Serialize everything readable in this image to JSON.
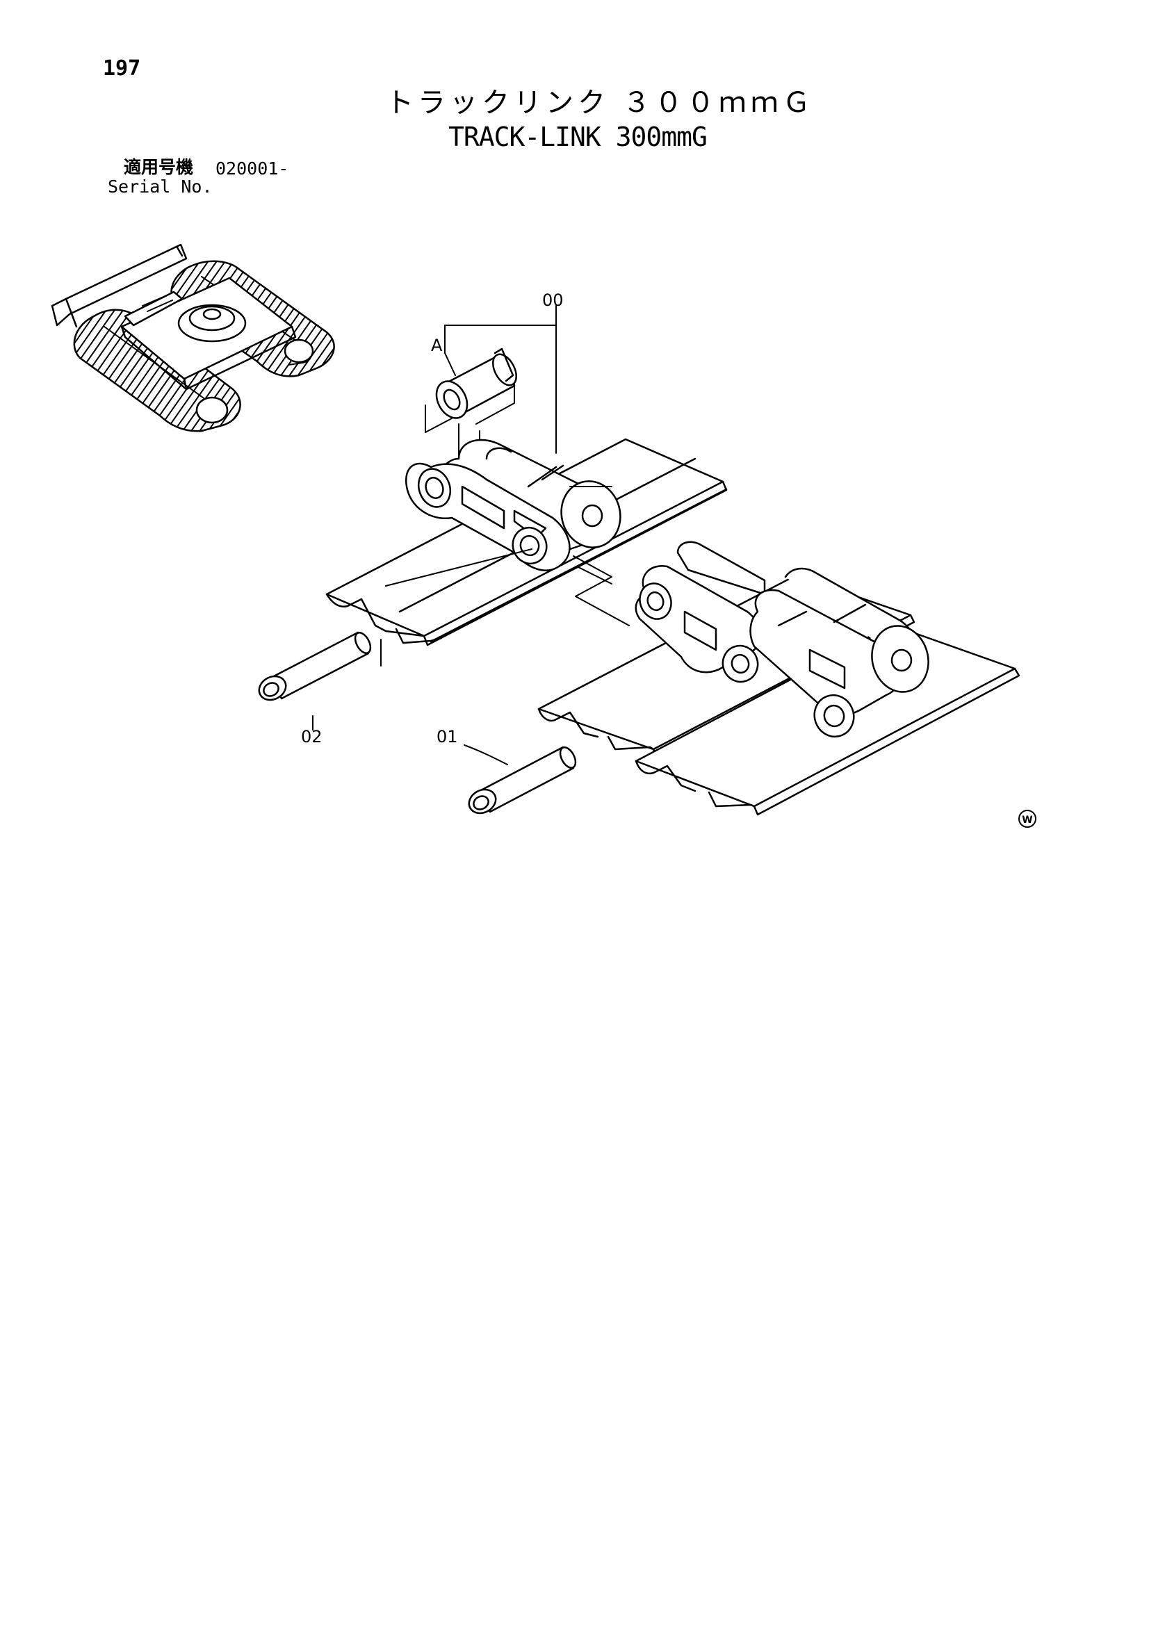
{
  "header": {
    "page_number": "197",
    "title_jp": "トラックリンク ３００ｍｍＧ",
    "title_en": "TRACK-LINK 300mmG",
    "serial_label_jp": "適用号機",
    "serial_value": "020001-",
    "serial_label_en": "Serial No."
  },
  "callouts": {
    "assembly": "00",
    "bushing": "A",
    "pin_right": "01",
    "pin_left": "02"
  },
  "watermark": "W",
  "icons": {
    "machine": "crawler-excavator-icon"
  }
}
